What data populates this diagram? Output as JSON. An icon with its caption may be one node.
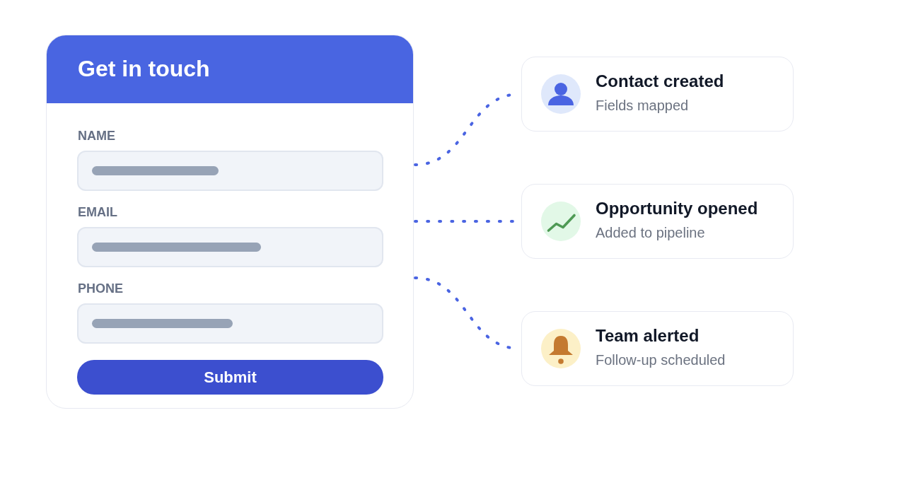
{
  "diagram": {
    "nodes": [
      {
        "text": [
          "Get in touch",
          "NAME",
          "EMAIL",
          "PHONE"
        ]
      },
      {
        "text": [
          "Submit"
        ],
        "in": 0
      },
      {
        "text": [
          "Contact created",
          "Fields mapped"
        ]
      },
      {
        "text": [
          "Opportunity opened",
          "Added to pipeline"
        ]
      },
      {
        "text": [
          "Team alerted",
          "Follow-up scheduled"
        ]
      }
    ],
    "edges": [
      {
        "from": 0,
        "to": 2,
        "arrow": "none",
        "style": "dashed"
      },
      {
        "from": 0,
        "to": 3,
        "arrow": "none",
        "style": "dashed"
      },
      {
        "from": 0,
        "to": 4,
        "arrow": "none",
        "style": "dashed"
      }
    ]
  }
}
